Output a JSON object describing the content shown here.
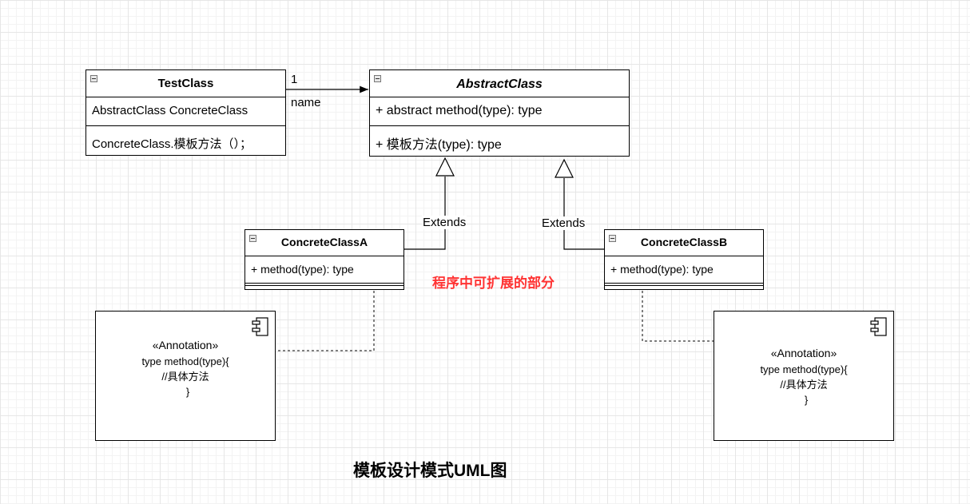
{
  "diagram_title": "模板设计模式UML图",
  "highlight_note": "程序中可扩展的部分",
  "test_class": {
    "name": "TestClass",
    "attributes": [
      "AbstractClass ConcreteClass"
    ],
    "methods": [
      "ConcreteClass.模板方法（）；"
    ]
  },
  "abstract_class": {
    "name": "AbstractClass",
    "methods": [
      "+ abstract method(type): type",
      "+  模板方法(type): type"
    ]
  },
  "concrete_a": {
    "name": "ConcreteClassA",
    "methods": [
      "+ method(type): type"
    ]
  },
  "concrete_b": {
    "name": "ConcreteClassB",
    "methods": [
      "+ method(type): type"
    ]
  },
  "association": {
    "multiplicity": "1",
    "role": "name"
  },
  "extends_label": "Extends",
  "annotation_a": {
    "stereotype": "«Annotation»",
    "lines": [
      "type method(type){",
      "//具体方法",
      "}"
    ]
  },
  "annotation_b": {
    "stereotype": "«Annotation»",
    "lines": [
      "type method(type){",
      "//具体方法",
      "}"
    ]
  },
  "colors": {
    "highlight": "#ff3333",
    "grid": "#e6e6e6"
  }
}
